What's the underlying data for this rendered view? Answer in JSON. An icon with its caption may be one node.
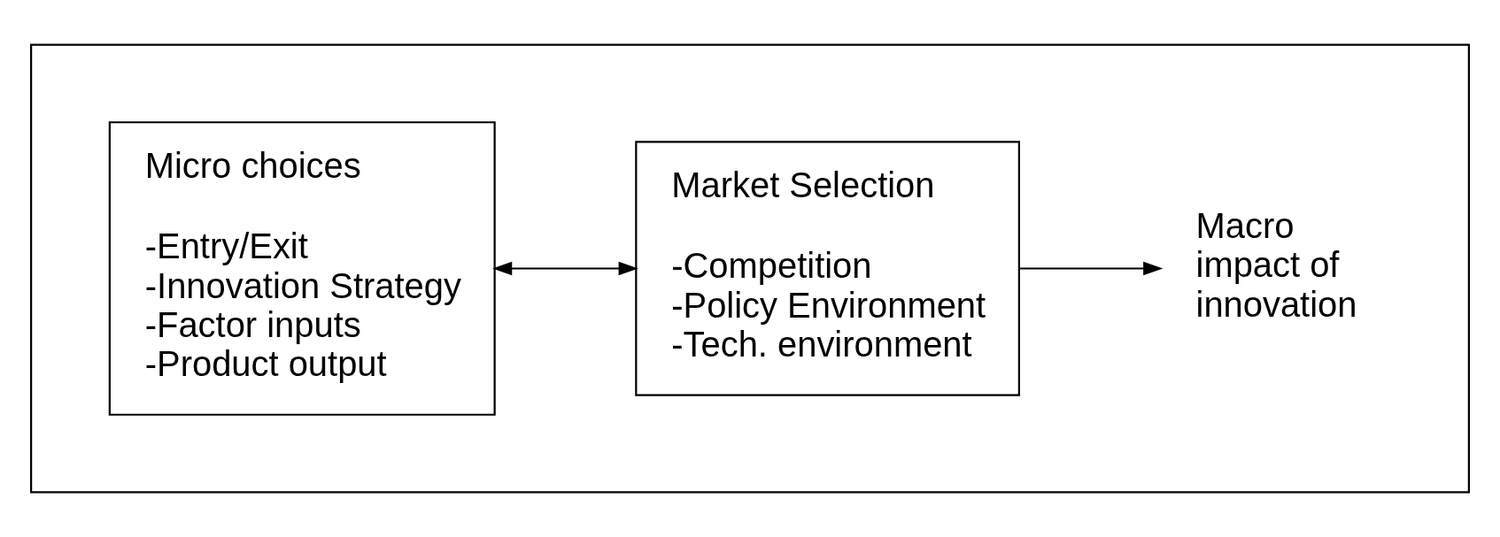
{
  "diagram": {
    "nodes": [
      {
        "text": [],
        "shape": "box"
      },
      {
        "text": [
          "Micro choices",
          "-Entry/Exit",
          "-Innovation Strategy",
          "-Factor inputs",
          "-Product output"
        ],
        "in": 0
      },
      {
        "text": [
          "Market Selection",
          "-Competition",
          "-Policy Environment",
          "-Tech. environment"
        ],
        "in": 0
      },
      {
        "text": [
          "Macro impact of innovation"
        ],
        "in": 0
      }
    ],
    "edges": [
      {
        "from": 1,
        "to": 2,
        "arrow": "both"
      },
      {
        "from": 2,
        "to": 3,
        "arrow": "to"
      }
    ]
  }
}
